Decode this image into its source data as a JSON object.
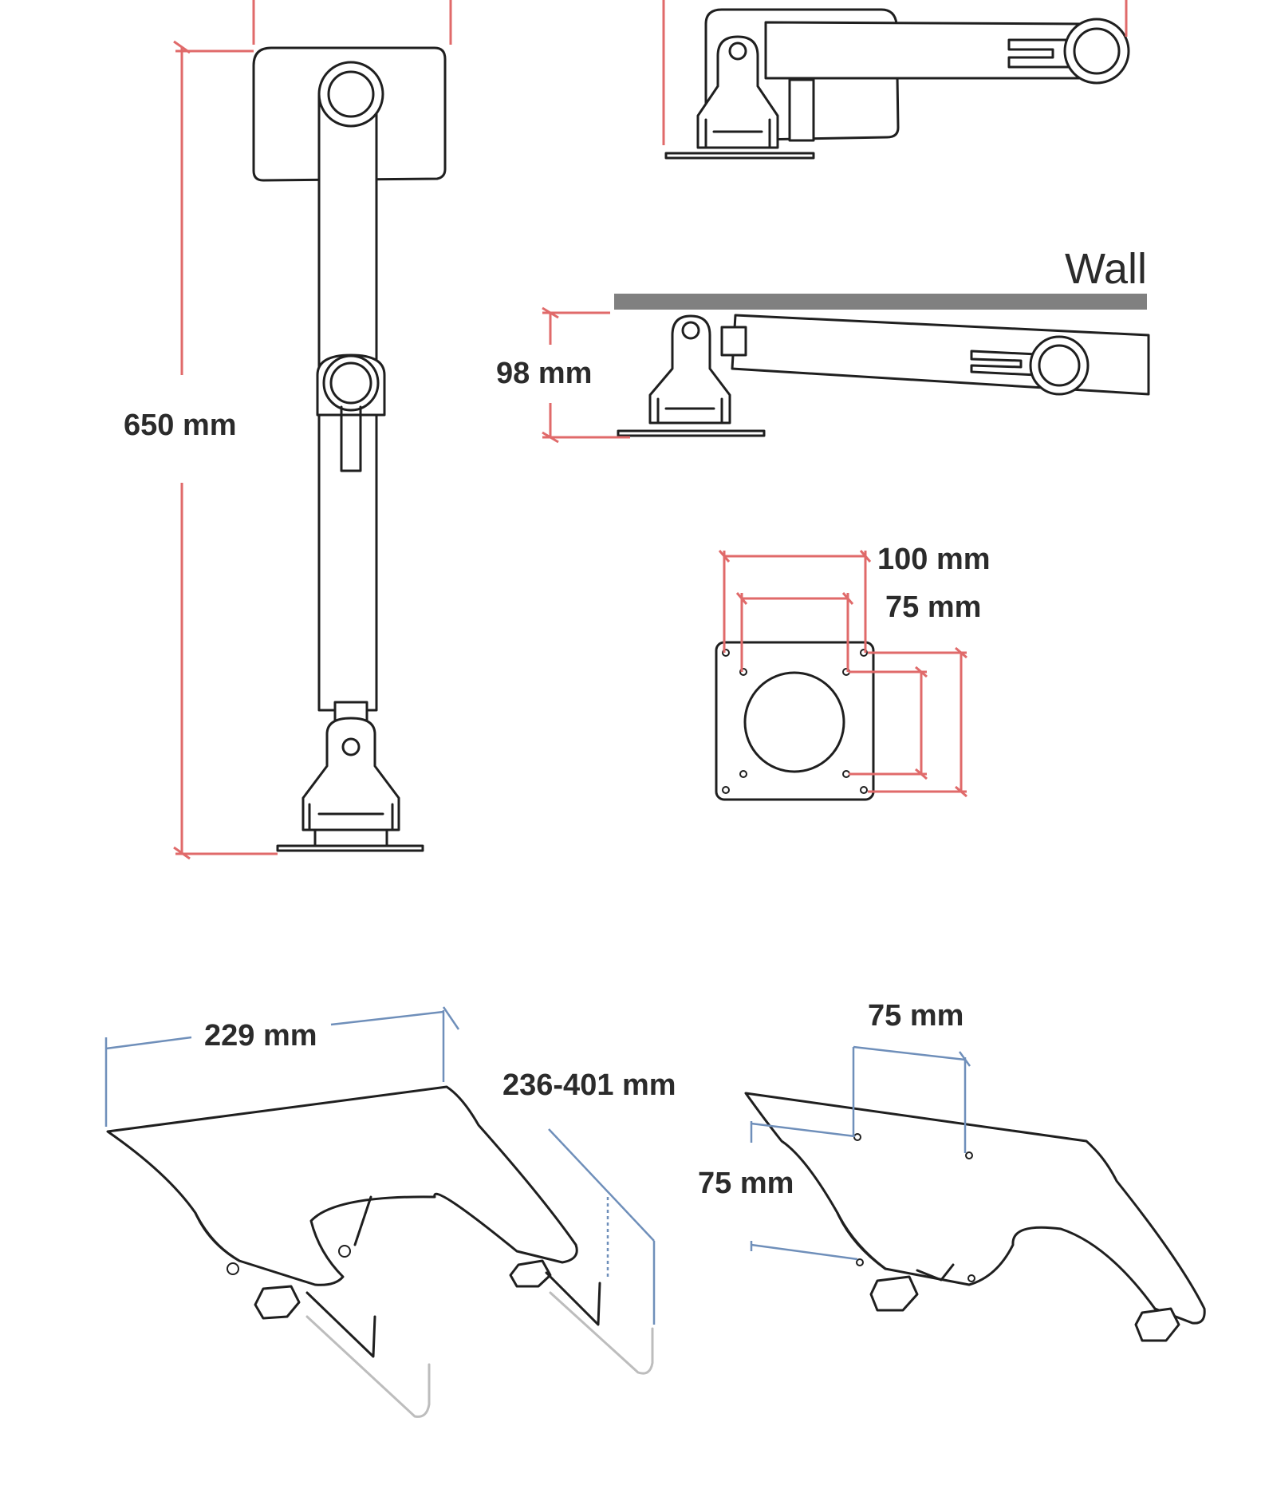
{
  "labels": {
    "height": "650 mm",
    "wall": "Wall",
    "wall_gap": "98 mm",
    "vesa_large": "100 mm",
    "vesa_small": "75 mm",
    "tray_width": "229 mm",
    "tray_range": "236-401 mm",
    "tray_vesa_h": "75 mm",
    "tray_vesa_v": "75 mm"
  },
  "colors": {
    "dimension_red": "#e06a6a",
    "dimension_blue": "#6f8fba",
    "ink": "#1f1f1f",
    "wall": "#808080"
  }
}
